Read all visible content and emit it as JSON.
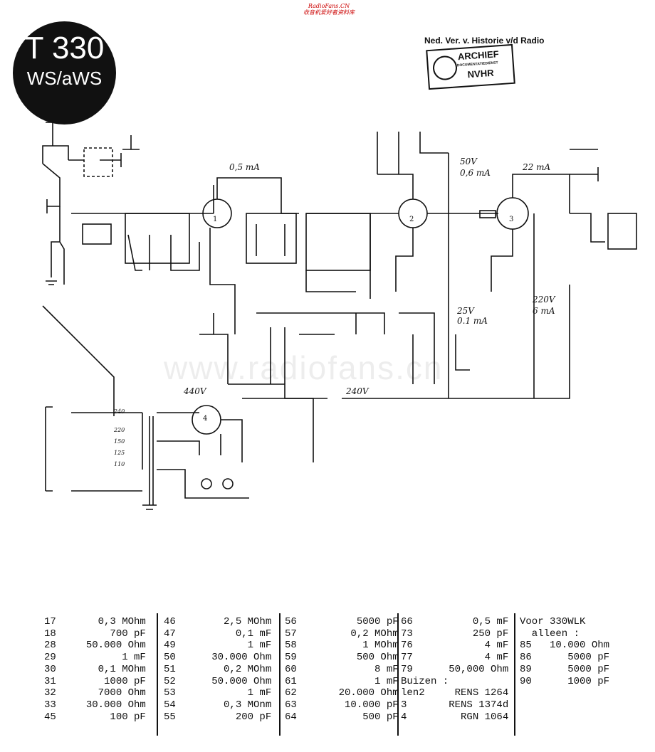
{
  "header": {
    "source_watermark": "RadioFans.CN",
    "source_watermark_sub": "收音机爱好者资料库",
    "model_line1": "T 330",
    "model_line2": "WS/aWS",
    "archive_heading": "Ned. Ver. v. Historie v/d Radio",
    "stamp_line1": "ARCHIEF",
    "stamp_line2": "DOCUMENTATIEDIENST",
    "stamp_line3": "NVHR"
  },
  "schematic": {
    "watermark": "www.radiofans.cn",
    "labels": {
      "i_v1": "0,5 mA",
      "v_v2": "50V",
      "i_v2": "0,6 mA",
      "i_v3": "22 mA",
      "v_screen": "25V",
      "i_screen": "0.1 mA",
      "v_grid3": "220V",
      "i_grid3": "6 mA",
      "v_rect": "440V",
      "v_bplus": "240V",
      "tap240": "240",
      "tap220": "220",
      "tap150": "150",
      "tap125": "125",
      "tap110": "110"
    },
    "tubes": [
      "1",
      "2",
      "3",
      "4"
    ]
  },
  "parts_list": {
    "col1": [
      {
        "n": "17",
        "v": "0,3 MOhm"
      },
      {
        "n": "18",
        "v": "700 pF"
      },
      {
        "n": "28",
        "v": "50.000 Ohm"
      },
      {
        "n": "29",
        "v": "1 mF"
      },
      {
        "n": "30",
        "v": "0,1 MOhm"
      },
      {
        "n": "31",
        "v": "1000 pF"
      },
      {
        "n": "32",
        "v": "7000 Ohm"
      },
      {
        "n": "33",
        "v": "30.000 Ohm"
      },
      {
        "n": "45",
        "v": "100 pF"
      }
    ],
    "col2": [
      {
        "n": "46",
        "v": "2,5 MOhm"
      },
      {
        "n": "47",
        "v": "0,1 mF"
      },
      {
        "n": "49",
        "v": "1 mF"
      },
      {
        "n": "50",
        "v": "30.000 Ohm"
      },
      {
        "n": "51",
        "v": "0,2 MOhm"
      },
      {
        "n": "52",
        "v": "50.000 Ohm"
      },
      {
        "n": "53",
        "v": "1 mF"
      },
      {
        "n": "54",
        "v": "0,3 MOnm"
      },
      {
        "n": "55",
        "v": "200 pF"
      }
    ],
    "col3": [
      {
        "n": "56",
        "v": "5000 pF"
      },
      {
        "n": "57",
        "v": "0,2 MOhm"
      },
      {
        "n": "58",
        "v": "1 MOhm"
      },
      {
        "n": "59",
        "v": "500 Ohm"
      },
      {
        "n": "60",
        "v": "8 mF"
      },
      {
        "n": "61",
        "v": "1 mF"
      },
      {
        "n": "62",
        "v": "20.000 Ohm"
      },
      {
        "n": "63",
        "v": "10.000 pF"
      },
      {
        "n": "64",
        "v": "500 pF"
      }
    ],
    "col4": [
      {
        "n": "66",
        "v": "0,5 mF"
      },
      {
        "n": "73",
        "v": "250 pF"
      },
      {
        "n": "76",
        "v": "4 mF"
      },
      {
        "n": "77",
        "v": "4 mF"
      },
      {
        "n": "79",
        "v": "50,000 Ohm"
      }
    ],
    "tubes_heading": "Buizen :",
    "tubes": [
      {
        "n": "len2",
        "v": "RENS 1264"
      },
      {
        "n": "3",
        "v": "RENS 1374d"
      },
      {
        "n": "4",
        "v": "RGN 1064"
      }
    ],
    "col5_heading1": "Voor 330WLK",
    "col5_heading2": "alleen :",
    "col5": [
      {
        "n": "85",
        "v": "10.000 Ohm"
      },
      {
        "n": "86",
        "v": "5000 pF"
      },
      {
        "n": "89",
        "v": "5000 pF"
      },
      {
        "n": "90",
        "v": "1000 pF"
      }
    ]
  }
}
